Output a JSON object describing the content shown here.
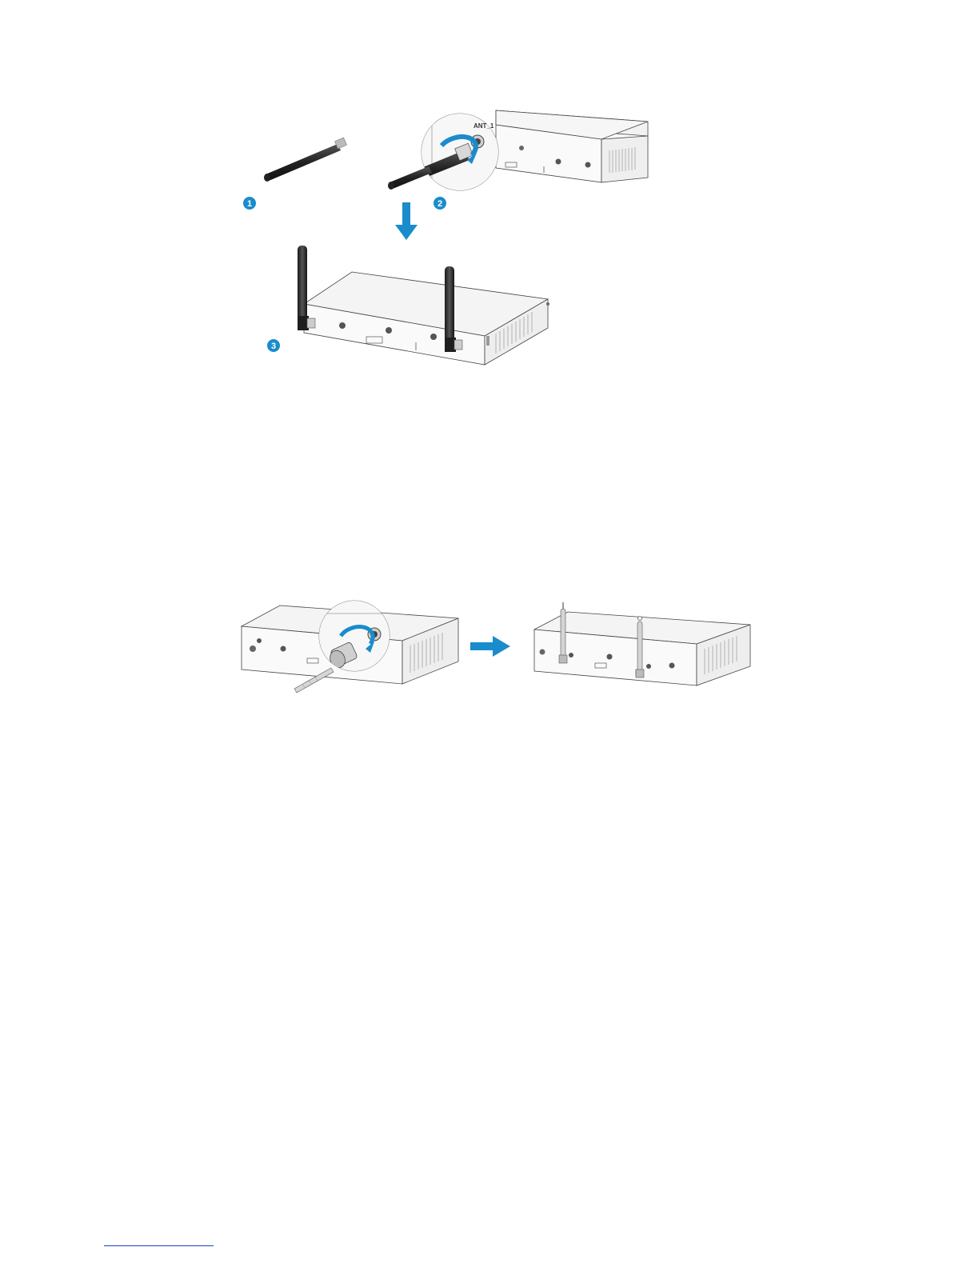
{
  "figure1": {
    "steps": [
      "1",
      "2",
      "3"
    ],
    "port_label_zoom": "ANT_1",
    "accent_color": "#1a8ccc"
  },
  "figure2": {
    "accent_color": "#1a8ccc"
  },
  "footer": {
    "rule_color": "#1f3fbf"
  }
}
